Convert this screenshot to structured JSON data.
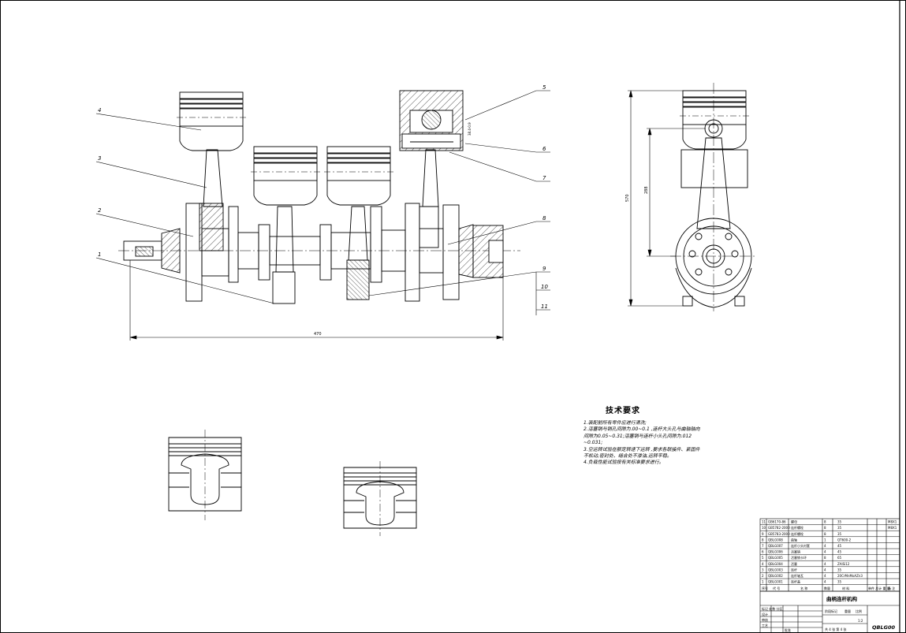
{
  "drawing": {
    "dims": {
      "overall_length": "470",
      "height": "570",
      "height_inner": "288",
      "pin_offset": "38.4-0.9"
    },
    "balloons": [
      "1",
      "2",
      "3",
      "4",
      "5",
      "6",
      "7",
      "8",
      "9",
      "10",
      "11"
    ]
  },
  "notes": {
    "title": "技术要求",
    "lines": [
      "1.装配前所有零件应进行清洗;",
      "2.活塞销与销孔间隙为.00~0.1 ,连杆大头孔与曲轴轴向",
      "  间隙为0.05~0.31;活塞销与连杆小头孔间隙为.012",
      "  ~0.031;",
      "3.空运转试验在额定转速下运转 ,要求各联接件、紧固件",
      "  不松动,密封处、结合处不渗油,运转平稳。",
      "4.负载性能试验按有关标准要求进行。"
    ]
  },
  "bom": {
    "rows": [
      {
        "no": "11",
        "code": "GB6170-86",
        "name": "螺母",
        "qty": "8",
        "material": "35",
        "note": "M8X1"
      },
      {
        "no": "10",
        "code": "GB5782-2000",
        "name": "连杆螺栓",
        "qty": "8",
        "material": "35",
        "note": "M8X1"
      },
      {
        "no": "9",
        "code": "GB5783-2000",
        "name": "连杆螺栓",
        "qty": "8",
        "material": "35",
        "note": ""
      },
      {
        "no": "8",
        "code": "QBLG008",
        "name": "曲轴",
        "qty": "1",
        "material": "QT600-2",
        "note": ""
      },
      {
        "no": "7",
        "code": "QBLG007",
        "name": "连杆小头衬套",
        "qty": "4",
        "material": "45",
        "note": ""
      },
      {
        "no": "6",
        "code": "QBLG006",
        "name": "活塞销",
        "qty": "4",
        "material": "45",
        "note": ""
      },
      {
        "no": "5",
        "code": "QBLG005",
        "name": "活塞销卡环",
        "qty": "8",
        "material": "65",
        "note": ""
      },
      {
        "no": "4",
        "code": "QBLG004",
        "name": "活塞",
        "qty": "4",
        "material": "ZAlSi12",
        "note": ""
      },
      {
        "no": "3",
        "code": "QBLG003",
        "name": "连杆",
        "qty": "4",
        "material": "35",
        "note": ""
      },
      {
        "no": "2",
        "code": "QBLG002",
        "name": "连杆轴瓦",
        "qty": "4",
        "material": "20CrMnMoAZn3",
        "note": ""
      },
      {
        "no": "1",
        "code": "QBLG001",
        "name": "连杆盖",
        "qty": "4",
        "material": "35",
        "note": ""
      }
    ],
    "header": {
      "no": "序号",
      "code": "代 号",
      "name": "名 称",
      "qty": "数量",
      "material": "材 料",
      "weight": "单件 总计 重 量",
      "note": "备 注"
    }
  },
  "title_block": {
    "title": "曲柄连杆机构",
    "drawing_no": "QBLG00",
    "scale": "1:2",
    "sheets": "共 4 张  第 4 张",
    "labels": {
      "design": "设计",
      "check": "审核",
      "process": "工艺",
      "approve": "批准",
      "marks": "标记 处数 分区",
      "stage": "阶段标记",
      "weight": "重量",
      "ratio": "比例"
    }
  }
}
